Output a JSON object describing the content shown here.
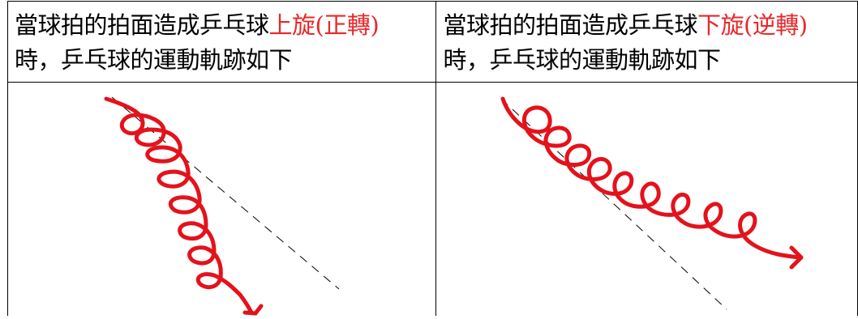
{
  "cells": [
    {
      "line1_prefix": "當球拍的拍面造成乒乓球",
      "line1_highlight": "上旋(正轉)",
      "line2": "時，乒乓球的運動軌跡如下"
    },
    {
      "line1_prefix": "當球拍的拍面造成乒乓球",
      "line1_highlight": "下旋(逆轉)",
      "line2": "時，乒乓球的運動軌跡如下"
    }
  ],
  "colors": {
    "highlight_text": "#e8282a",
    "trajectory": "#e4121b",
    "reference_line": "#000000",
    "border": "#000000"
  }
}
